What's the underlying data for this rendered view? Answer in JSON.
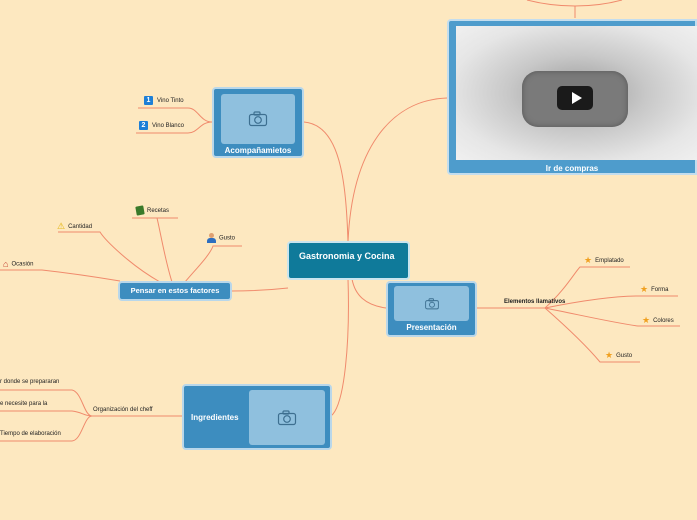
{
  "central": {
    "title": "Gastronomia y Cocina"
  },
  "video": {
    "caption": "Ir de compras",
    "play_icon": "play-icon"
  },
  "acompanamientos": {
    "title": "Acompañamietos",
    "items": [
      {
        "badge": "1",
        "label": "Vino Tinto"
      },
      {
        "badge": "2",
        "label": "Vino Blanco"
      }
    ]
  },
  "pensar": {
    "title": "Pensar en estos factores",
    "items": {
      "recetas": "Recetas",
      "cantidad": "Cantidad",
      "gusto": "Gusto",
      "ocasion": "Ocasión"
    }
  },
  "presentacion": {
    "title": "Presentación",
    "elementos": "Elementos llamativos",
    "items": [
      "Emplatado",
      "Forma",
      "Colores",
      "Gusto"
    ]
  },
  "ingredientes": {
    "title": "Ingredientes",
    "organizacion": "Organización del cheff",
    "items": [
      "r donde se prepararan",
      "e necesite para la",
      "Tiempo de elaboración"
    ]
  },
  "colors": {
    "background": "#fde8c0",
    "node_fill": "#3d8dbf",
    "central_fill": "#0f7a9a",
    "connector": "#f08a6c"
  }
}
